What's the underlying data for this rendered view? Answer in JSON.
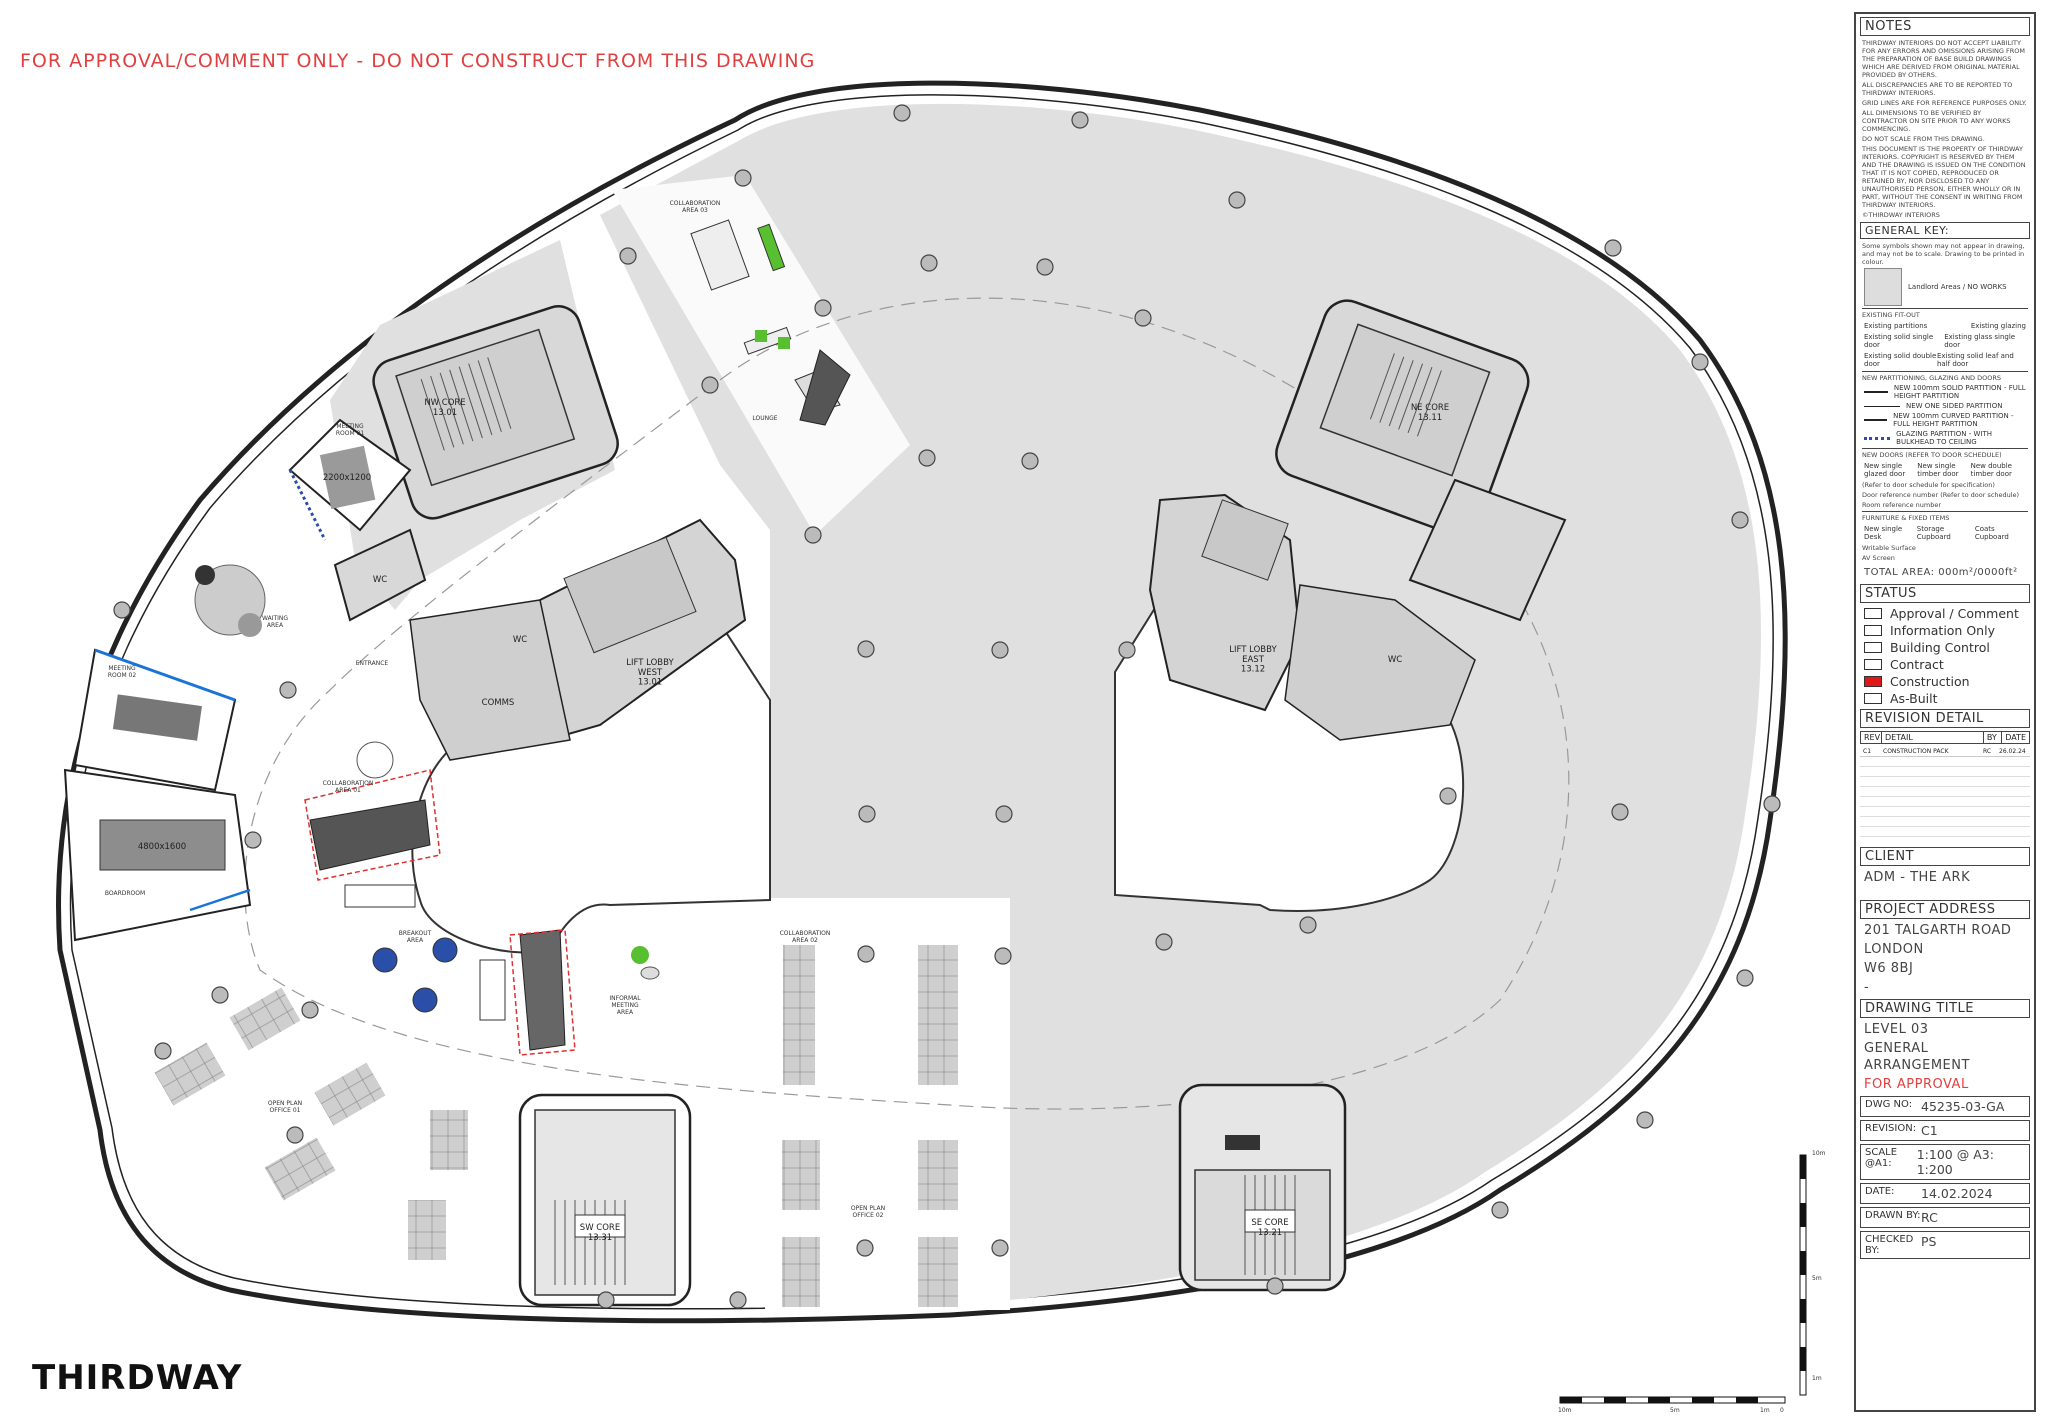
{
  "banner": "FOR APPROVAL/COMMENT ONLY - DO NOT CONSTRUCT FROM THIS DRAWING",
  "logo": "THIRDWAY",
  "notes": {
    "title": "NOTES",
    "items": [
      "THIRDWAY INTERIORS DO NOT ACCEPT LIABILITY FOR ANY ERRORS AND OMISSIONS ARISING FROM THE PREPARATION OF BASE BUILD DRAWINGS WHICH ARE DERIVED FROM ORIGINAL MATERIAL PROVIDED BY OTHERS.",
      "ALL DISCREPANCIES ARE TO BE REPORTED TO THIRDWAY INTERIORS.",
      "GRID LINES ARE FOR REFERENCE PURPOSES ONLY.",
      "ALL DIMENSIONS TO BE VERIFIED BY CONTRACTOR ON SITE PRIOR TO ANY WORKS COMMENCING.",
      "DO NOT SCALE FROM THIS DRAWING.",
      "THIS DOCUMENT IS THE PROPERTY OF THIRDWAY INTERIORS. COPYRIGHT IS RESERVED BY THEM AND THE DRAWING IS ISSUED ON THE CONDITION THAT IT IS NOT COPIED, REPRODUCED OR RETAINED BY, NOR DISCLOSED TO ANY UNAUTHORISED PERSON, EITHER WHOLLY OR IN PART, WITHOUT THE CONSENT IN WRITING FROM THIRDWAY INTERIORS."
    ],
    "copyright": "©THIRDWAY INTERIORS"
  },
  "general_key": {
    "title": "GENERAL KEY:",
    "note": "Some symbols shown may not appear in drawing, and may not be to scale. Drawing to be printed in colour.",
    "landlord": "Landlord Areas / NO WORKS",
    "existing_title": "EXISTING FIT-OUT",
    "existing_items": [
      "Existing partitions",
      "Existing glazing",
      "Existing solid single door",
      "Existing glass single door",
      "Existing solid double door",
      "Existing solid leaf and half door"
    ],
    "new_title": "NEW PARTITIONING, GLAZING AND DOORS",
    "new_items": [
      "NEW 100mm SOLID PARTITION - FULL HEIGHT PARTITION",
      "NEW ONE SIDED PARTITION",
      "NEW 100mm CURVED PARTITION - FULL HEIGHT PARTITION",
      "GLAZING PARTITION - WITH BULKHEAD TO CEILING"
    ],
    "doors_title": "NEW DOORS (REFER TO DOOR SCHEDULE)",
    "door_items": [
      "New single glazed door",
      "New single timber door",
      "New double timber door"
    ],
    "door_note": "(Refer to door schedule for specification)",
    "door_ref": "Door reference number (Refer to door schedule)",
    "room_ref": "Room reference number",
    "furniture_title": "FURNITURE & FIXED ITEMS",
    "furniture_items": [
      "New single Desk",
      "Storage Cupboard",
      "Coats Cupboard"
    ],
    "writable": "Writable Surface",
    "av": "AV Screen",
    "total_area": "TOTAL AREA: 000m²/0000ft²"
  },
  "status": {
    "title": "STATUS",
    "items": [
      {
        "label": "Approval / Comment",
        "active": false
      },
      {
        "label": "Information Only",
        "active": false
      },
      {
        "label": "Building Control",
        "active": false
      },
      {
        "label": "Contract",
        "active": false
      },
      {
        "label": "Construction",
        "active": true
      },
      {
        "label": "As-Built",
        "active": false
      }
    ]
  },
  "revision": {
    "title": "REVISION DETAIL",
    "cols": [
      "REV",
      "DETAIL",
      "BY",
      "DATE"
    ],
    "rows": [
      {
        "rev": "C1",
        "detail": "CONSTRUCTION PACK",
        "by": "RC",
        "date": "26.02.24"
      }
    ]
  },
  "client": {
    "title": "CLIENT",
    "value": "ADM - THE ARK"
  },
  "address": {
    "title": "PROJECT ADDRESS",
    "lines": [
      "201 TALGARTH ROAD",
      "LONDON",
      "W6 8BJ",
      "-"
    ]
  },
  "drawing_title": {
    "title": "DRAWING TITLE",
    "lines": [
      "LEVEL 03",
      "GENERAL ARRANGEMENT"
    ],
    "status": "FOR APPROVAL"
  },
  "meta": {
    "dwg_label": "DWG NO:",
    "dwg": "45235-03-GA",
    "rev_label": "REVISION:",
    "rev": "C1",
    "scale_label": "SCALE @A1:",
    "scale": "1:100 @ A3: 1:200",
    "date_label": "DATE:",
    "date": "14.02.2024",
    "drawn_label": "DRAWN BY:",
    "drawn": "RC",
    "checked_label": "CHECKED BY:",
    "checked": "PS"
  },
  "scale_bar": {
    "h": [
      "10m",
      "5m",
      "1m",
      "0"
    ],
    "v": [
      "10m",
      "5m",
      "1m"
    ]
  },
  "rooms": {
    "nw_core": "NW CORE\n13.01",
    "ne_core": "NE CORE\n13.11",
    "sw_core": "SW CORE\n13.31",
    "se_core": "SE CORE\n13.21",
    "lift_west": "LIFT LOBBY\nWEST\n13.01",
    "lift_east": "LIFT LOBBY\nEAST\n13.12",
    "collab_03": "COLLABORATION\nAREA 03",
    "collab_02": "COLLABORATION\nAREA 02",
    "collab_01": "COLLABORATION\nAREA 01",
    "lounge": "LOUNGE",
    "meeting_01": "MEETING\nROOM 01",
    "meeting_02": "MEETING\nROOM 02",
    "waiting": "WAITING\nAREA",
    "boardroom": "BOARDROOM",
    "board_table": "4800x1600",
    "meeting_table": "2200x1200",
    "breakout": "BREAKOUT\nAREA",
    "informal": "INFORMAL\nMEETING\nAREA",
    "open_01": "OPEN PLAN\nOFFICE 01",
    "open_02": "OPEN PLAN\nOFFICE 02",
    "wc1": "WC",
    "wc2": "WC",
    "wc3": "WC",
    "comms": "COMMS",
    "entrance": "ENTRANCE"
  }
}
